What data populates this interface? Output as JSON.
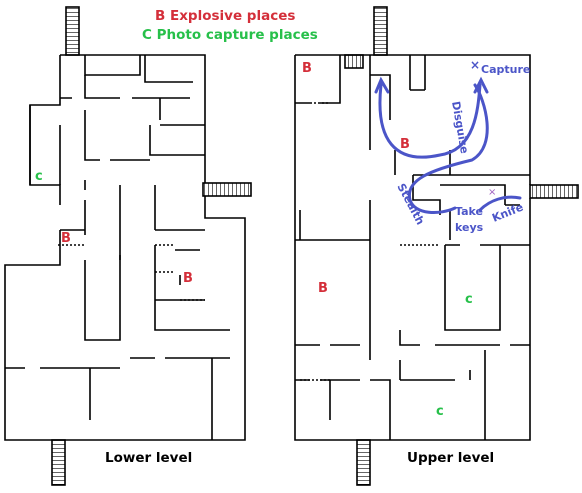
{
  "legend": {
    "explosive": "B  Explosive places",
    "photo": "C Photo capture places"
  },
  "colors": {
    "explosive": "#d42f3a",
    "photo": "#27c04a",
    "route": "#4b55c8",
    "wall": "#000000"
  },
  "levels": {
    "lower": "Lower level",
    "upper": "Upper level"
  },
  "markers": {
    "lower_c": "c",
    "lower_b1": "B",
    "lower_b2": "B",
    "upper_b1": "B",
    "upper_b2": "B",
    "upper_b3": "B",
    "upper_c1": "c",
    "upper_c2": "c"
  },
  "route": {
    "capture": "Capture",
    "disguise": "Disguise",
    "stealth": "Stealth",
    "take_keys_1": "Take",
    "take_keys_2": "keys",
    "knife": "Knife",
    "x_mark": "×"
  }
}
